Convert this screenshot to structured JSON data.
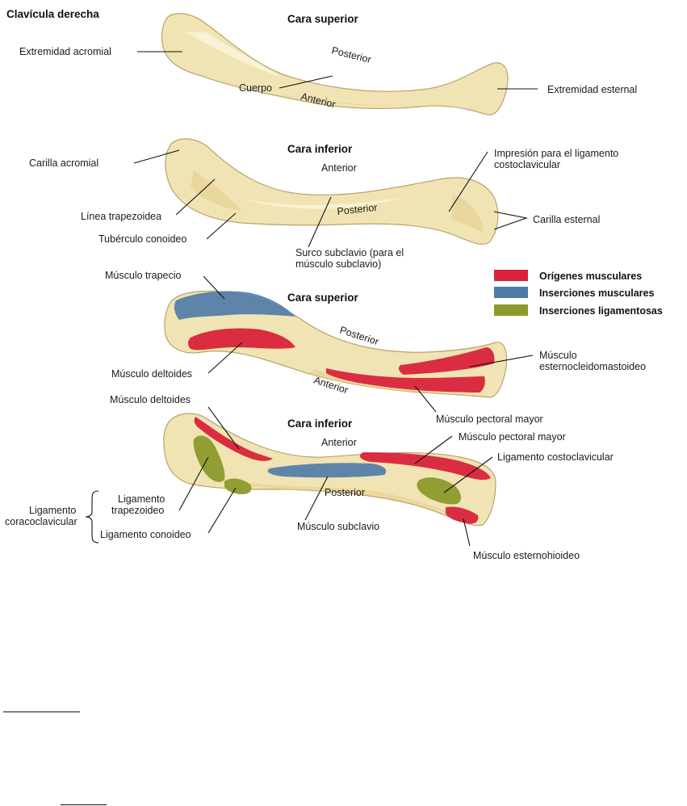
{
  "title": "Clavícula derecha",
  "views": {
    "v1": {
      "heading": "Cara superior",
      "posterior": "Posterior",
      "anterior": "Anterior"
    },
    "v2": {
      "heading": "Cara inferior",
      "anterior": "Anterior",
      "posterior": "Posterior"
    },
    "v3": {
      "heading": "Cara superior",
      "posterior": "Posterior",
      "anterior": "Anterior"
    },
    "v4": {
      "heading": "Cara inferior",
      "anterior": "Anterior",
      "posterior": "Posterior"
    }
  },
  "labels": {
    "extremidad_acromial": "Extremidad acromial",
    "cuerpo": "Cuerpo",
    "extremidad_esternal": "Extremidad esternal",
    "carilla_acromial": "Carilla acromial",
    "linea_trapezoidea": "Línea trapezoidea",
    "tuberculo_conoideo": "Tubérculo conoideo",
    "surco_subclavio_1": "Surco subclavio (para el",
    "surco_subclavio_2": "músculo subclavio)",
    "impresion_1": "Impresión para el ligamento",
    "impresion_2": "costoclavicular",
    "carilla_esternal": "Carilla esternal",
    "musculo_trapecio": "Músculo trapecio",
    "musculo_deltoides_a": "Músculo deltoides",
    "esternocleido_1": "Músculo",
    "esternocleido_2": "esternocleidomastoideo",
    "pectoral_mayor_a": "Músculo pectoral mayor",
    "musculo_deltoides_b": "Músculo deltoides",
    "pectoral_mayor_b": "Músculo pectoral mayor",
    "ligamento_costoclavicular": "Ligamento costoclavicular",
    "ligamento_trapezoideo_1": "Ligamento",
    "ligamento_trapezoideo_2": "trapezoideo",
    "ligamento_coracoclavicular_1": "Ligamento",
    "ligamento_coracoclavicular_2": "coracoclavicular",
    "ligamento_conoideo": "Ligamento conoideo",
    "musculo_subclavio": "Músculo subclavio",
    "musculo_esternohioideo": "Músculo esternohioideo"
  },
  "legend": [
    {
      "label": "Orígenes musculares",
      "color": "#d8233b"
    },
    {
      "label": "Inserciones musculares",
      "color": "#4f79a8"
    },
    {
      "label": "Inserciones ligamentosas",
      "color": "#8c9a2b"
    }
  ],
  "colors": {
    "bone": "#f1e4b4",
    "origin": "#d8233b",
    "insertion": "#4f79a8",
    "ligament": "#8c9a2b"
  }
}
